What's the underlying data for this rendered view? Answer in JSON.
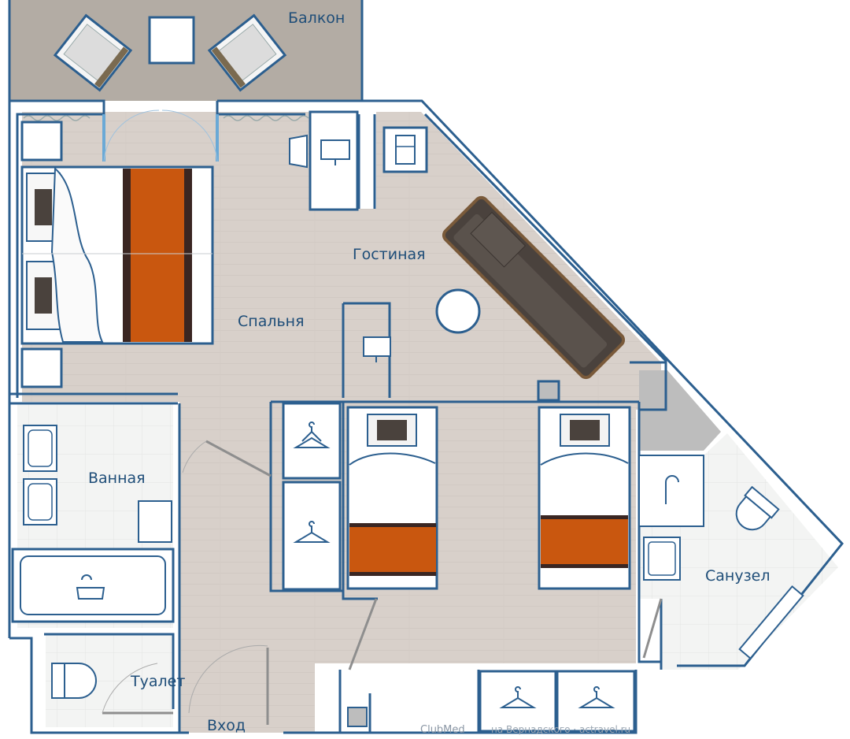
{
  "rooms": {
    "balcony": "Балкон",
    "living": "Гостиная",
    "bedroom": "Спальня",
    "bathroom": "Ванная",
    "washroom": "Санузел",
    "toilet": "Туалет",
    "entrance": "Вход"
  },
  "credit": {
    "brand": "ClubMed",
    "text": "на Вернадского · actravel.ru"
  },
  "colors": {
    "floor": "#d8d0ca",
    "wall": "#2c5f8f",
    "tile": "#f3f4f3",
    "balcony": "#b3aca4",
    "bed_runner": "#c9570f",
    "sofa": "#4a423d",
    "label": "#1e4d78"
  }
}
